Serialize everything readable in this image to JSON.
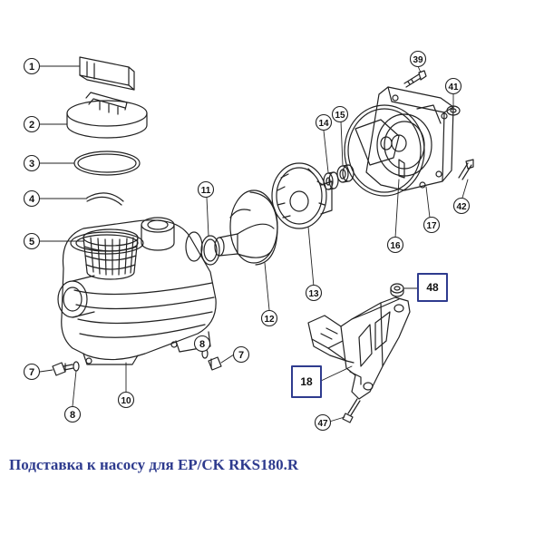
{
  "caption": "Подставка к насосу для EP/CK RKS180.R",
  "colors": {
    "line": "#222222",
    "callout_box": "#2E3B8E",
    "caption": "#2E3B8E",
    "background": "#FFFFFF"
  },
  "callouts": [
    {
      "id": "c1",
      "label": "1"
    },
    {
      "id": "c2",
      "label": "2"
    },
    {
      "id": "c3",
      "label": "3"
    },
    {
      "id": "c4",
      "label": "4"
    },
    {
      "id": "c5",
      "label": "5"
    },
    {
      "id": "c7a",
      "label": "7"
    },
    {
      "id": "c8a",
      "label": "8"
    },
    {
      "id": "c10",
      "label": "10"
    },
    {
      "id": "c8b",
      "label": "8"
    },
    {
      "id": "c7b",
      "label": "7"
    },
    {
      "id": "c11",
      "label": "11"
    },
    {
      "id": "c12",
      "label": "12"
    },
    {
      "id": "c13",
      "label": "13"
    },
    {
      "id": "c14",
      "label": "14"
    },
    {
      "id": "c15",
      "label": "15"
    },
    {
      "id": "c16",
      "label": "16"
    },
    {
      "id": "c17",
      "label": "17"
    },
    {
      "id": "c39",
      "label": "39"
    },
    {
      "id": "c41",
      "label": "41"
    },
    {
      "id": "c42",
      "label": "42"
    },
    {
      "id": "c47",
      "label": "47"
    },
    {
      "id": "c48",
      "label": "48",
      "highlight": true
    },
    {
      "id": "c18",
      "label": "18",
      "highlight": true
    }
  ]
}
